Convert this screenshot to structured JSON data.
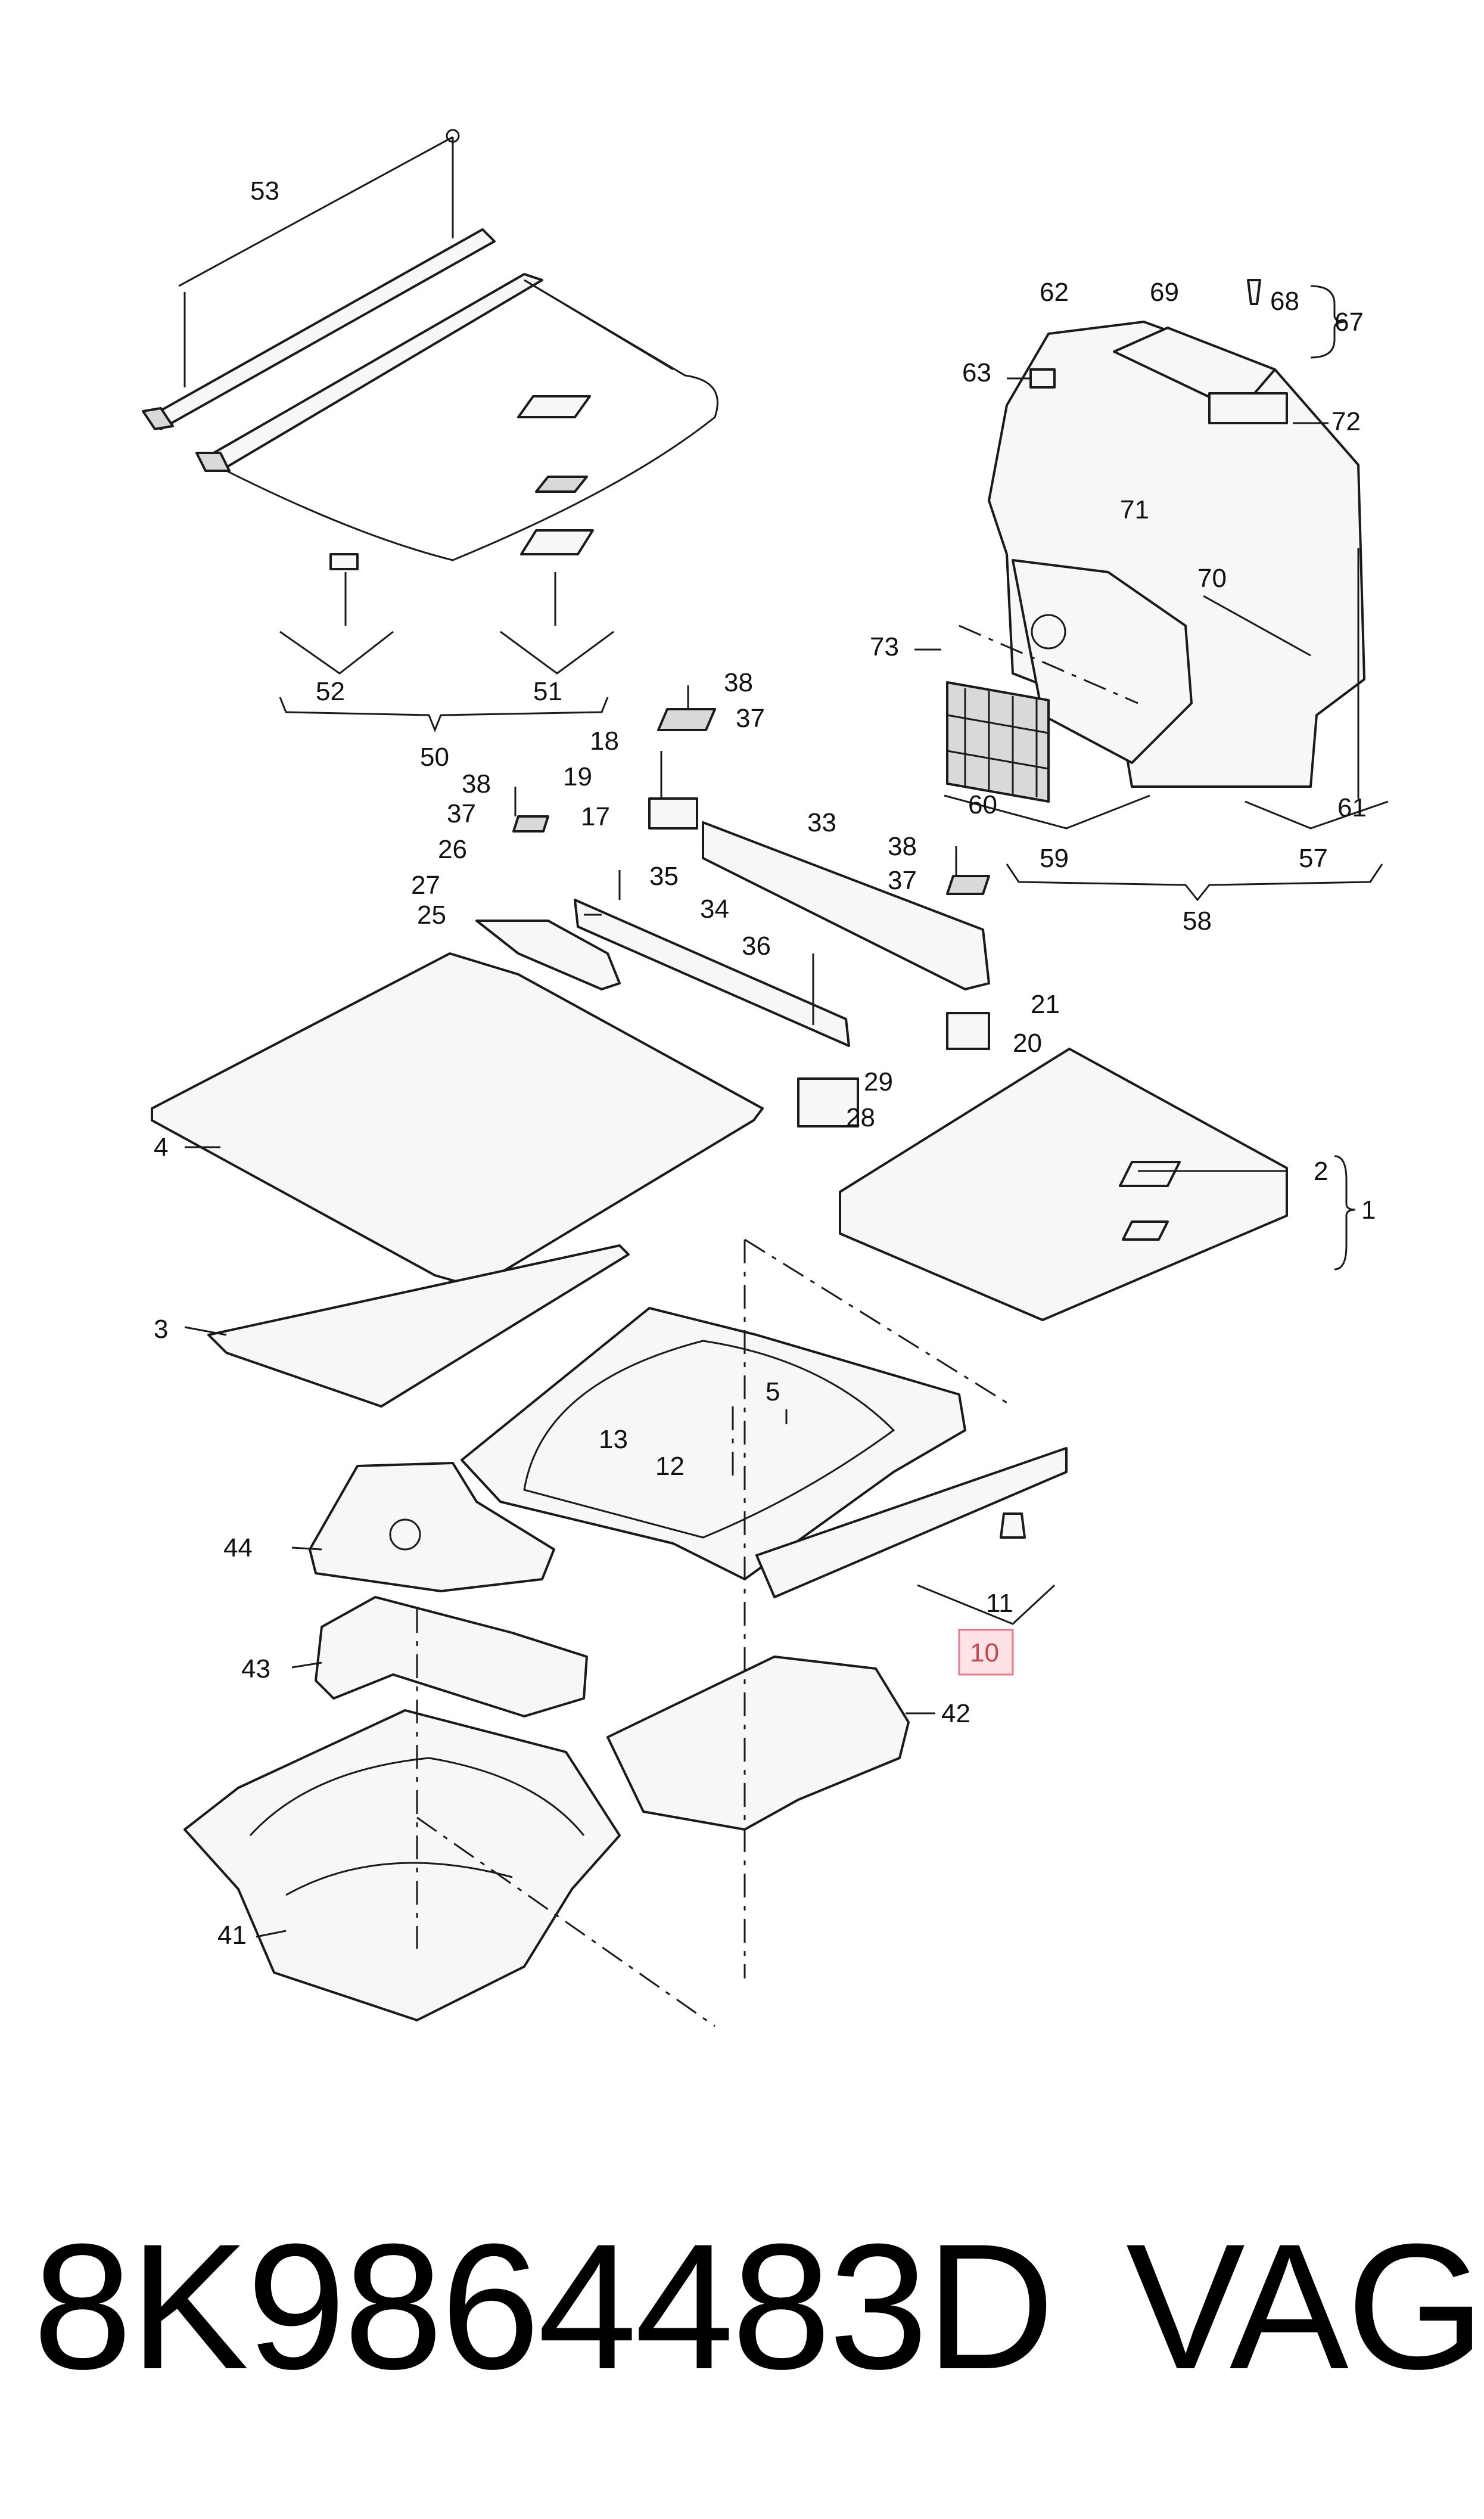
{
  "diagram": {
    "labels": [
      "1",
      "2",
      "3",
      "4",
      "5",
      "10",
      "11",
      "12",
      "13",
      "17",
      "18",
      "19",
      "20",
      "21",
      "25",
      "26",
      "27",
      "28",
      "29",
      "33",
      "34",
      "35",
      "36",
      "37",
      "38",
      "41",
      "42",
      "43",
      "44",
      "50",
      "51",
      "52",
      "53",
      "57",
      "58",
      "59",
      "60",
      "61",
      "62",
      "63",
      "67",
      "68",
      "69",
      "70",
      "71",
      "72",
      "73"
    ],
    "highlighted_label": "10"
  },
  "caption": {
    "part_number": "8K9864483D",
    "brand": "VAG"
  }
}
